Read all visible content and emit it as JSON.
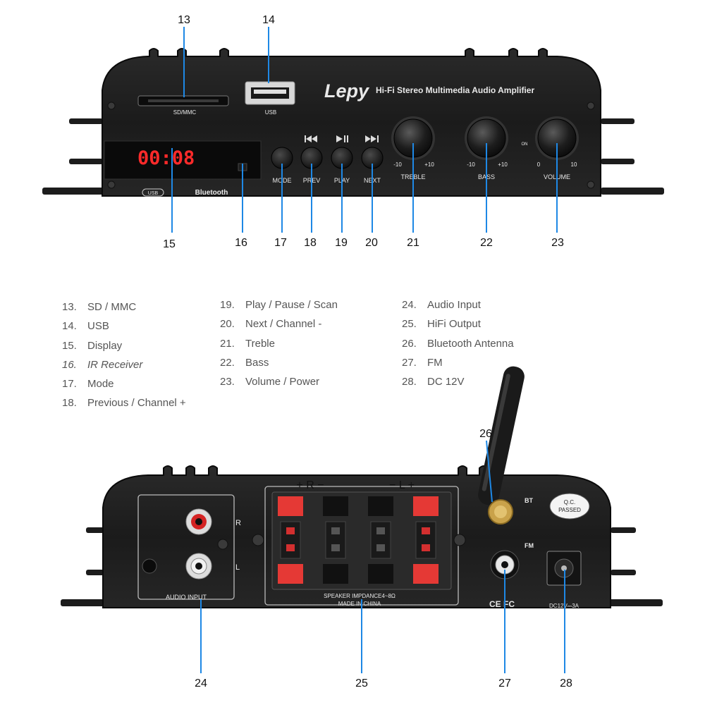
{
  "front_panel": {
    "brand": "Lepy",
    "subtitle": "Hi-Fi Stereo Multimedia Audio Amplifier",
    "sd_label": "SD/MMC",
    "usb_label": "USB",
    "display_text": "00:08",
    "bluetooth_label": "Bluetooth",
    "usb_small_label": "USB",
    "buttons": [
      "MODE",
      "PREV",
      "PLAY",
      "NEXT"
    ],
    "knobs": [
      {
        "label": "TREBLE",
        "min": "-10",
        "max": "+10"
      },
      {
        "label": "BASS",
        "min": "-10",
        "max": "+10"
      },
      {
        "label": "VOLUME",
        "min": "0",
        "max": "10",
        "extra": "ON"
      }
    ]
  },
  "back_panel": {
    "rca_r": "R",
    "rca_l": "L",
    "audio_input_label": "AUDIO INPUT",
    "terminal_plus_r": "+ R −",
    "terminal_plus_l": "− L +",
    "impedance": "SPEAKER IMPDANCE4~8Ω",
    "made_in": "MADE IN CHINA",
    "bt_label": "BT",
    "fm_label": "FM",
    "qc_1": "Q.C.",
    "qc_2": "PASSED",
    "ce_mark": "CE FC",
    "dc_label": "DC12V⎓3A"
  },
  "callouts_front": [
    "13",
    "14",
    "15",
    "16",
    "17",
    "18",
    "19",
    "20",
    "21",
    "22",
    "23"
  ],
  "callouts_back": [
    "24",
    "25",
    "26",
    "27",
    "28"
  ],
  "legend": [
    [
      {
        "num": "13.",
        "text": "SD / MMC"
      },
      {
        "num": "14.",
        "text": "USB"
      },
      {
        "num": "15.",
        "text": "Display"
      },
      {
        "num": "16.",
        "text": "IR Receiver"
      },
      {
        "num": "17.",
        "text": "Mode"
      },
      {
        "num": "18.",
        "text": "Previous / Channel +"
      }
    ],
    [
      {
        "num": "19.",
        "text": "Play / Pause / Scan"
      },
      {
        "num": "20.",
        "text": "Next / Channel -"
      },
      {
        "num": "21.",
        "text": "Treble"
      },
      {
        "num": "22.",
        "text": "Bass"
      },
      {
        "num": "23.",
        "text": "Volume / Power"
      }
    ],
    [
      {
        "num": "24.",
        "text": "Audio Input"
      },
      {
        "num": "25.",
        "text": "HiFi Output"
      },
      {
        "num": "26.",
        "text": "Bluetooth Antenna"
      },
      {
        "num": "27.",
        "text": "FM"
      },
      {
        "num": "28.",
        "text": "DC 12V"
      }
    ]
  ]
}
